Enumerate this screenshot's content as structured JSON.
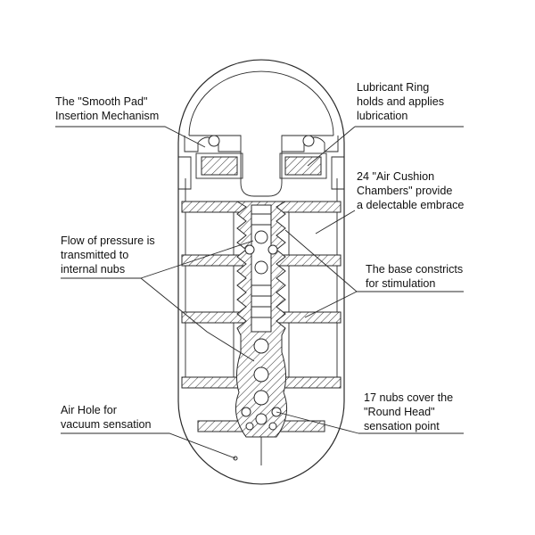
{
  "callouts": {
    "smooth_pad": [
      "The \"Smooth Pad\"",
      "Insertion Mechanism"
    ],
    "lubricant_ring": [
      "Lubricant Ring",
      "holds and applies",
      "lubrication"
    ],
    "air_cushion": [
      "24 \"Air Cushion",
      "Chambers\" provide",
      "a delectable embrace"
    ],
    "flow_pressure": [
      "Flow of pressure is",
      "transmitted to",
      "internal nubs"
    ],
    "base_constricts": [
      "The base constricts",
      "for stimulation"
    ],
    "air_hole": [
      "Air Hole for",
      "vacuum sensation"
    ],
    "nubs": [
      "17 nubs cover the",
      "\"Round Head\"",
      "sensation point"
    ]
  }
}
